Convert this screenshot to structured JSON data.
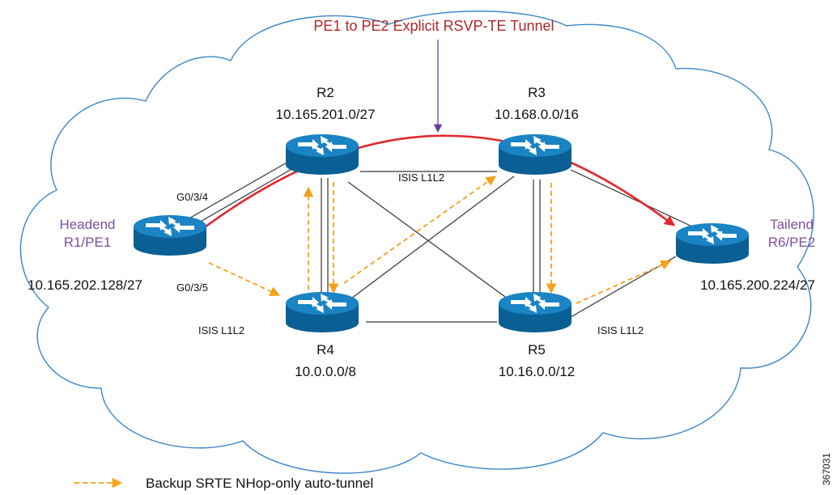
{
  "colors": {
    "cloud": "#3a86c8",
    "router_body": "#0a6ea8",
    "router_top": "#1683c0",
    "link": "#333333",
    "tunnel": "#e3262b",
    "backup": "#f5a11c",
    "title": "#b0272b",
    "role": "#7b4fa0",
    "arrow": "#6a3d9a"
  },
  "title": "PE1 to PE2 Explicit RSVP-TE Tunnel",
  "routers": [
    {
      "id": "R1",
      "name": "",
      "role": [
        "Headend",
        "R1/PE1"
      ],
      "prefix": "10.165.202.128/27",
      "icon": "router-icon"
    },
    {
      "id": "R2",
      "name": "R2",
      "role": [],
      "prefix": "10.165.201.0/27",
      "icon": "router-icon"
    },
    {
      "id": "R3",
      "name": "R3",
      "role": [],
      "prefix": "10.168.0.0/16",
      "icon": "router-icon"
    },
    {
      "id": "R4",
      "name": "R4",
      "role": [],
      "prefix": "10.0.0.0/8",
      "icon": "router-icon"
    },
    {
      "id": "R5",
      "name": "R5",
      "role": [],
      "prefix": "10.16.0.0/12",
      "icon": "router-icon"
    },
    {
      "id": "R6",
      "name": "",
      "role": [
        "Tailend",
        "R6/PE2"
      ],
      "prefix": "10.165.200.224/27",
      "icon": "router-icon"
    }
  ],
  "interfaces": [
    "G0/3/4",
    "G0/3/5"
  ],
  "isis_labels": [
    "ISIS L1L2",
    "ISIS L1L2",
    "ISIS L1L2"
  ],
  "legend": {
    "label": "Backup SRTE NHop-only auto-tunnel"
  },
  "figure_id": "367031"
}
